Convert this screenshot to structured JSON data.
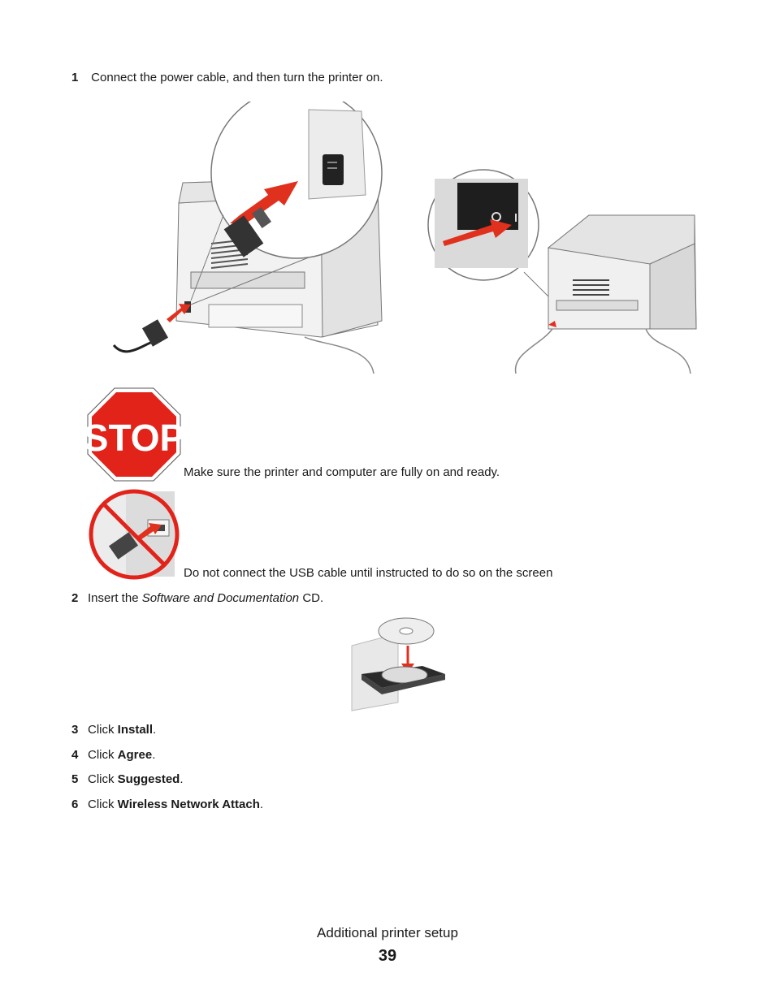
{
  "steps": {
    "s1": {
      "num": "1",
      "text": "Connect the power cable, and then turn the printer on."
    },
    "s2": {
      "num": "2",
      "pre": "Insert the ",
      "italic": "Software and Documentation",
      "post": " CD."
    },
    "s3": {
      "num": "3",
      "pre": "Click ",
      "bold": "Install",
      "post": "."
    },
    "s4": {
      "num": "4",
      "pre": "Click ",
      "bold": "Agree",
      "post": "."
    },
    "s5": {
      "num": "5",
      "pre": "Click ",
      "bold": "Suggested",
      "post": "."
    },
    "s6": {
      "num": "6",
      "pre": "Click ",
      "bold": "Wireless Network Attach",
      "post": "."
    }
  },
  "notes": {
    "stop": "Make sure the printer and computer are fully on and ready.",
    "usb": "Do not connect the USB cable until instructed to do so on the screen"
  },
  "stop_sign_text": "STOP",
  "footer": {
    "title": "Additional printer setup",
    "page": "39"
  },
  "colors": {
    "stop_red": "#e2231a",
    "arrow_red": "#e0301e"
  }
}
